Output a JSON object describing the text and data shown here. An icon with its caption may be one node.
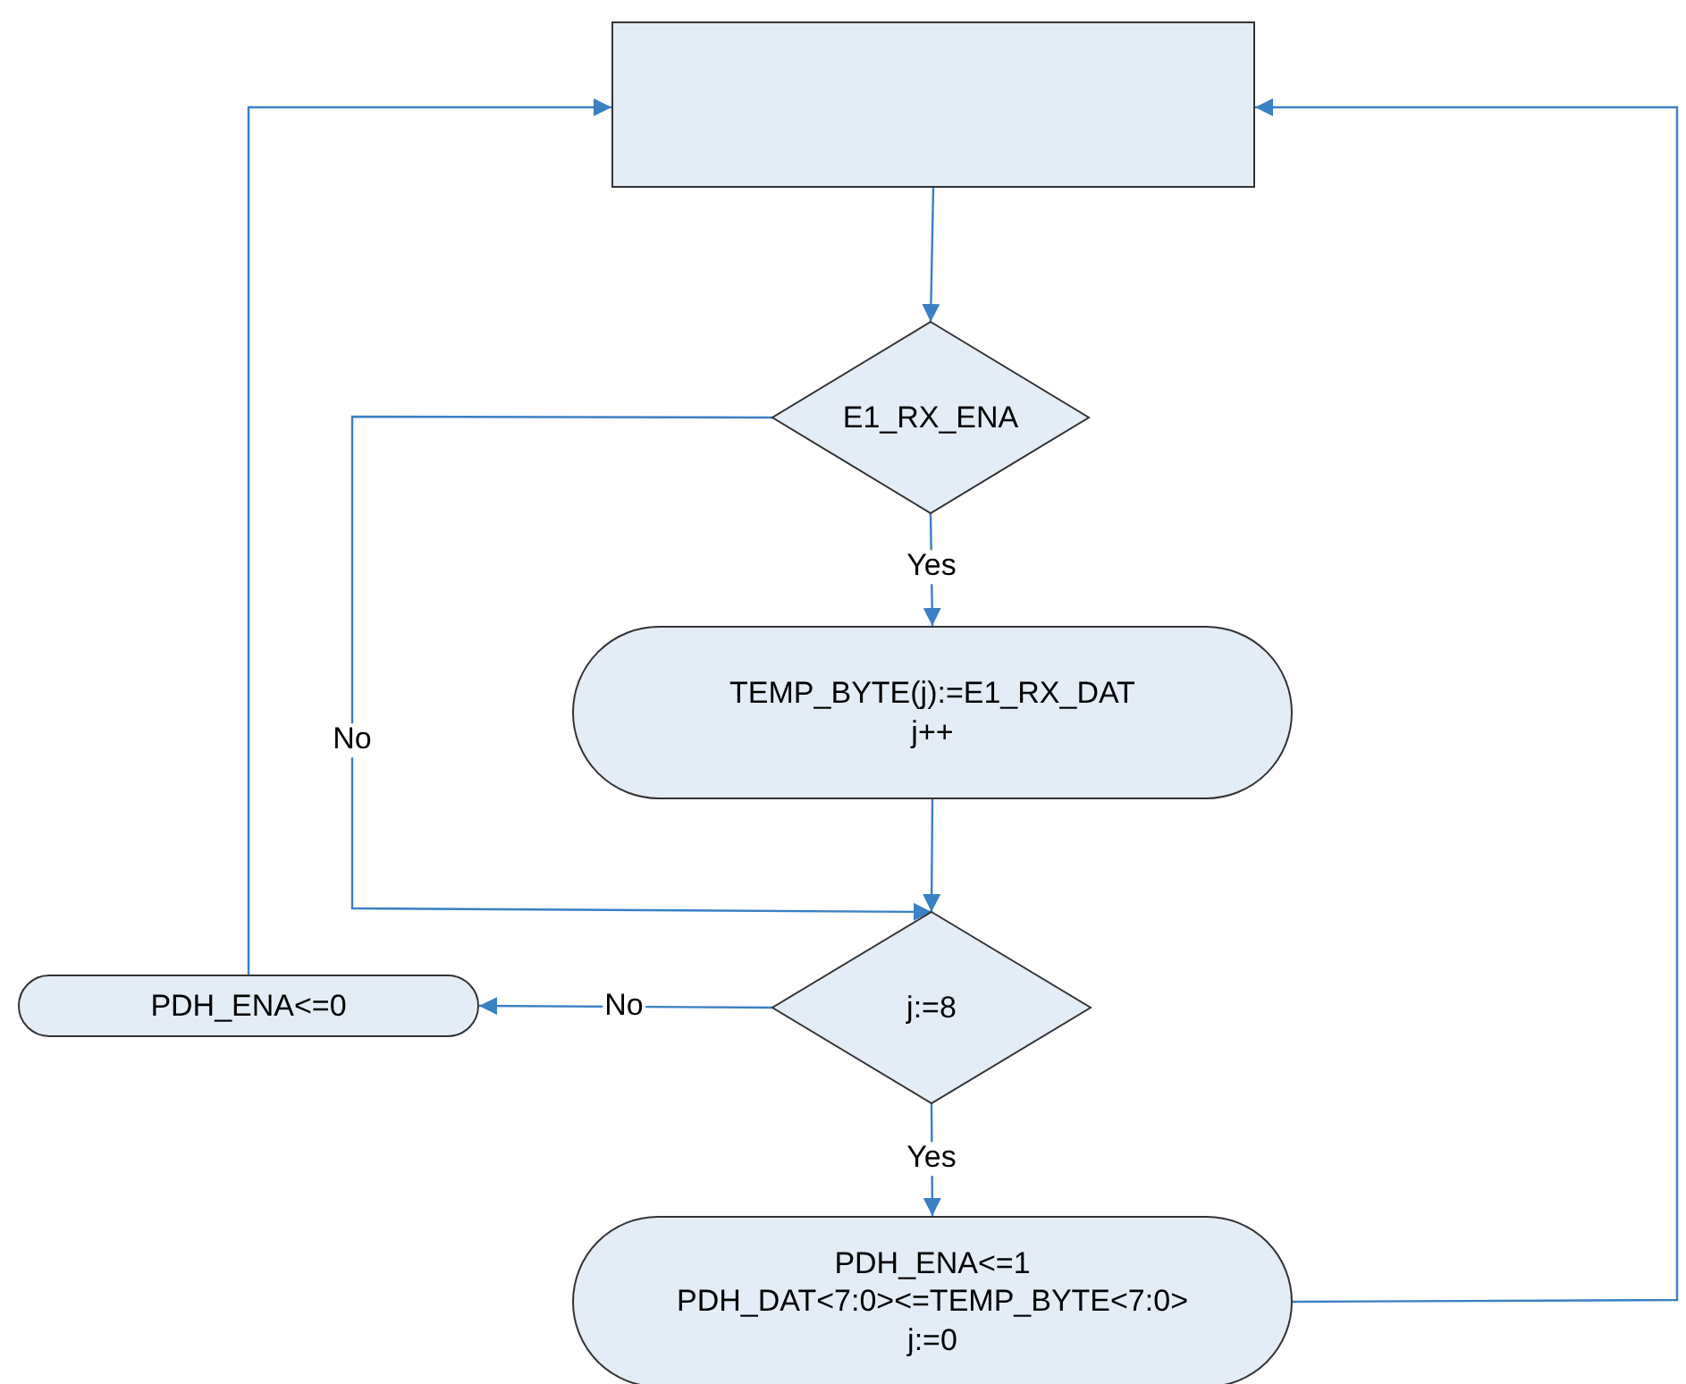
{
  "diagram": {
    "nodes": [
      {
        "text": [],
        "shape": "box"
      },
      {
        "text": [
          "E1_RX_ENA"
        ]
      },
      {
        "text": [
          "TEMP_BYTE(j):=E1_RX_DAT",
          "j++"
        ]
      },
      {
        "text": [
          "j:=8"
        ]
      },
      {
        "text": [
          "PDH_ENA<=0"
        ]
      },
      {
        "text": [
          "PDH_ENA<=1",
          "PDH_DAT<7:0><=TEMP_BYTE<7:0>",
          "j:=0"
        ]
      }
    ],
    "edges": [
      {
        "from": 0,
        "to": 1,
        "arrow": "to"
      },
      {
        "from": 1,
        "to": 2,
        "arrow": "to",
        "label": "Yes"
      },
      {
        "from": 1,
        "to": 3,
        "arrow": "to",
        "label": "No"
      },
      {
        "from": 2,
        "to": 3,
        "arrow": "to"
      },
      {
        "from": 3,
        "to": 4,
        "arrow": "to",
        "label": "No"
      },
      {
        "from": 3,
        "to": 5,
        "arrow": "to",
        "label": "Yes"
      },
      {
        "from": 4,
        "to": 0,
        "arrow": "to"
      },
      {
        "from": 5,
        "to": 0,
        "arrow": "to"
      }
    ]
  }
}
